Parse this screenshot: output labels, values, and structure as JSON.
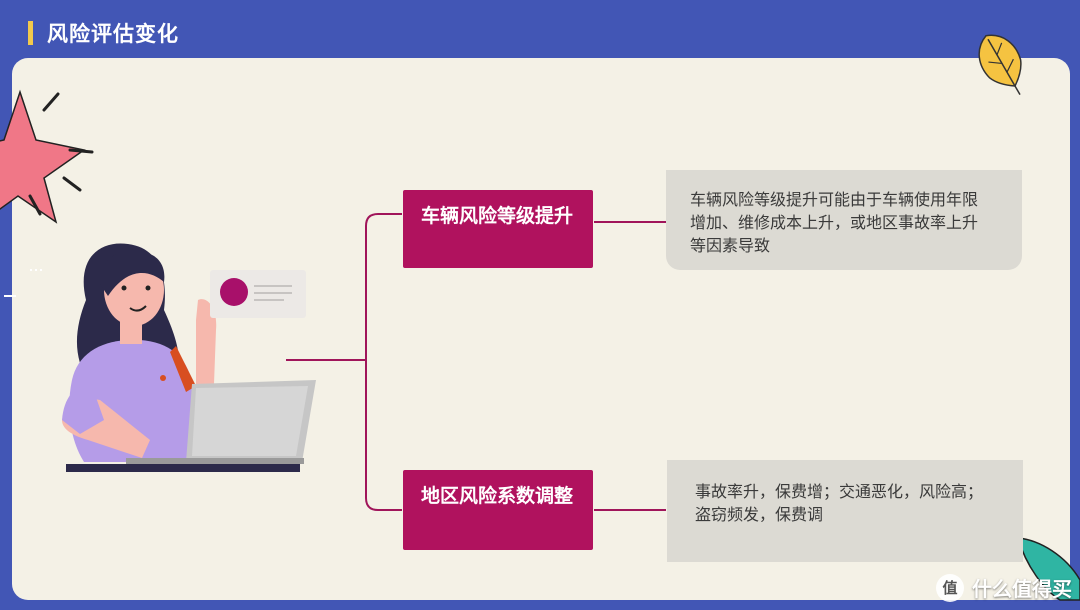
{
  "header": {
    "title": "风险评估变化"
  },
  "branches": [
    {
      "label": "车辆风险等级提升",
      "detail": "车辆风险等级提升可能由于车辆使用年限增加、维修成本上升，或地区事故率上升等因素导致"
    },
    {
      "label": "地区风险系数调整",
      "detail": "事故率升，保费增；交通恶化，风险高；盗窃频发，保费调"
    }
  ],
  "watermark": {
    "text": "什么值得买",
    "icon_glyph": "值"
  },
  "colors": {
    "background": "#4256b5",
    "panel": "#f4f1e6",
    "node": "#b0125e",
    "detail_box": "#dcdad3",
    "connector": "#a0155a",
    "title_accent": "#f2c94c"
  }
}
